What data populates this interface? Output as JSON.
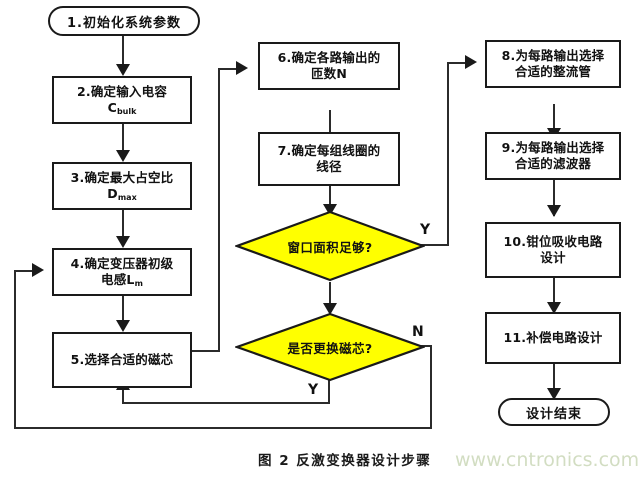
{
  "figure": {
    "caption": "图 2 反激变换器设计步骤",
    "watermark": "www.cntronics.com",
    "colors": {
      "decision_fill": "#FFFF00",
      "stroke": "#1a1a1a",
      "line": "#2b2b2b",
      "node_fill": "#ffffff",
      "text": "#111111",
      "watermark": "#d2ddc2"
    }
  },
  "nodes": {
    "start": {
      "label": "1.初始化系统参数",
      "shape": "terminal"
    },
    "step2": {
      "line1": "2.确定输入电容",
      "line2_main": "C",
      "line2_sub": "bulk",
      "shape": "process"
    },
    "step3": {
      "line1": "3.确定最大占空比",
      "line2_main": "D",
      "line2_sub": "max",
      "shape": "process"
    },
    "step4": {
      "line1": "4.确定变压器初级",
      "line2_main": "电感L",
      "line2_sub": "m",
      "shape": "process"
    },
    "step5": {
      "label": "5.选择合适的磁芯",
      "shape": "process"
    },
    "step6": {
      "line1": "6.确定各路输出的",
      "line2": "匝数N",
      "shape": "process"
    },
    "step7": {
      "line1": "7.确定每组线圈的",
      "line2": "线径",
      "shape": "process"
    },
    "decision1": {
      "label": "窗口面积足够?",
      "shape": "decision"
    },
    "decision2": {
      "label": "是否更换磁芯?",
      "shape": "decision"
    },
    "step8": {
      "line1": "8.为每路输出选择",
      "line2": "合适的整流管",
      "shape": "process"
    },
    "step9": {
      "line1": "9.为每路输出选择",
      "line2": "合适的滤波器",
      "shape": "process"
    },
    "step10": {
      "line1": "10.钳位吸收电路",
      "line2": "设计",
      "shape": "process"
    },
    "step11": {
      "label": "11.补偿电路设计",
      "shape": "process"
    },
    "end": {
      "label": "设计结束",
      "shape": "terminal"
    }
  },
  "branches": {
    "d1_yes": "Y",
    "d2_no": "N",
    "d2_yes": "Y"
  }
}
